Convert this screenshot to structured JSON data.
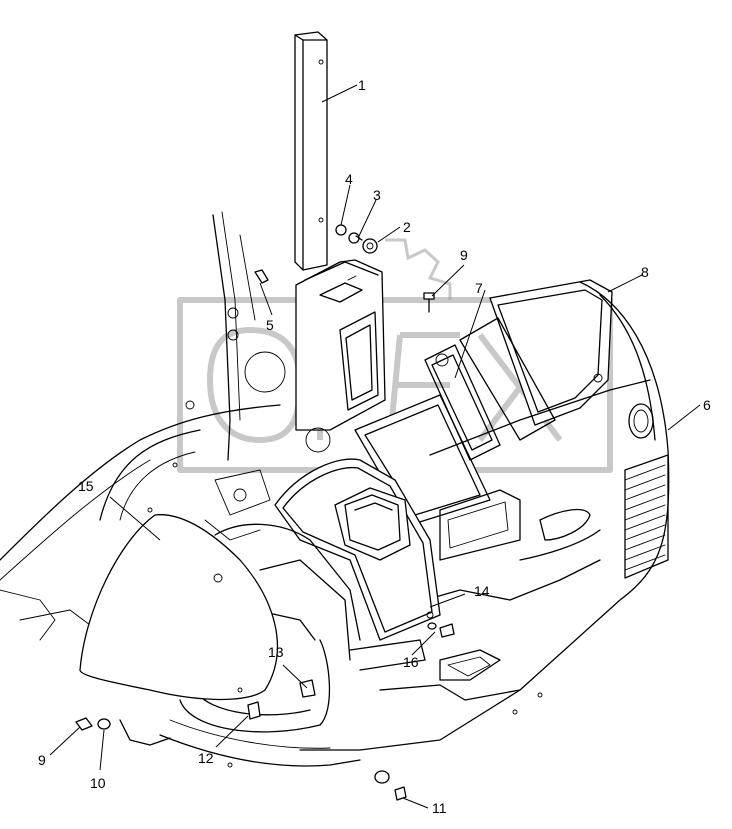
{
  "diagram": {
    "watermark": "OPEX",
    "callouts": [
      {
        "id": "c1",
        "text": "1"
      },
      {
        "id": "c2",
        "text": "2"
      },
      {
        "id": "c3",
        "text": "3"
      },
      {
        "id": "c4",
        "text": "4"
      },
      {
        "id": "c5",
        "text": "5"
      },
      {
        "id": "c6",
        "text": "6"
      },
      {
        "id": "c7",
        "text": "7"
      },
      {
        "id": "c8",
        "text": "8"
      },
      {
        "id": "c9a",
        "text": "9"
      },
      {
        "id": "c9b",
        "text": "9"
      },
      {
        "id": "c10",
        "text": "10"
      },
      {
        "id": "c11",
        "text": "11"
      },
      {
        "id": "c12",
        "text": "12"
      },
      {
        "id": "c13",
        "text": "13"
      },
      {
        "id": "c14",
        "text": "14"
      },
      {
        "id": "c15",
        "text": "15"
      },
      {
        "id": "c16",
        "text": "16"
      }
    ]
  }
}
